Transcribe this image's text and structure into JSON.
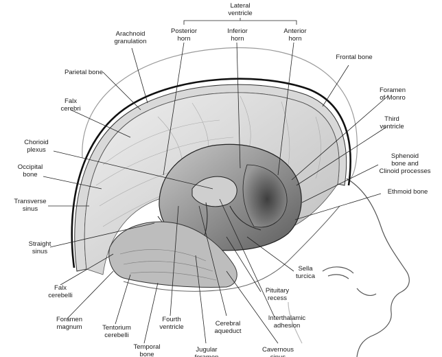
{
  "diagram": {
    "labels": {
      "lateral_ventricle": "Lateral\nventricle",
      "posterior_horn": "Posterior\nhorn",
      "inferior_horn": "Inferior\nhorn",
      "anterior_horn": "Anterior\nhorn",
      "arachnoid_granulation": "Arachnoid\ngranulation",
      "parietal_bone": "Parietal bone",
      "frontal_bone": "Frontal bone",
      "foramen_of_monro": "Foramen\nof Monro",
      "falx_cerebri": "Falx\ncerebri",
      "third_ventricle": "Third\nventricle",
      "choroid_plexus": "Chorioid\nplexus",
      "sphenoid_bone": "Sphenoid\nbone and\nClinoid processes",
      "occipital_bone": "Occipital\nbone",
      "ethmoid_bone": "Ethmoid bone",
      "transverse_sinus": "Transverse\nsinus",
      "straight_sinus": "Straight\nsinus",
      "sella_turcica": "Sella\nturcica",
      "falx_cerebelli": "Falx\ncerebelli",
      "pituitary_recess": "Pituitary\nrecess",
      "interthalamic_adhesion": "Interthalamic\nadhesion",
      "foramen_magnum": "Foramen\nmagnum",
      "tentorium_cerebelli": "Tentorium\ncerebelli",
      "fourth_ventricle": "Fourth\nventricle",
      "cerebral_aqueduct": "Cerebral\naqueduct",
      "temporal_bone": "Temporal\nbone",
      "jugular_foramen": "Jugular\nforamen",
      "cavernous_sinus": "Cavernous\nsinus"
    }
  }
}
